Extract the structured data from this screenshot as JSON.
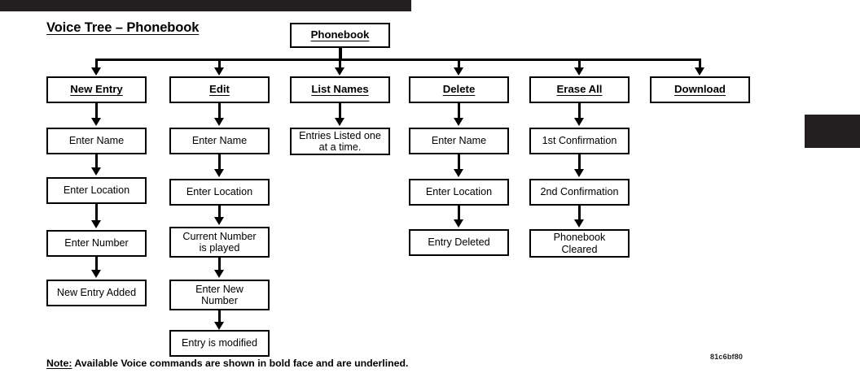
{
  "page": {
    "title": "Voice Tree – Phonebook",
    "note_label": "Note:",
    "note_text": " Available Voice commands are shown in bold face and are underlined.",
    "doc_code": "81c6bf80"
  },
  "diagram": {
    "root": {
      "label": "Phonebook",
      "is_command": true
    },
    "branches": [
      {
        "command": "New Entry",
        "steps": [
          "Enter Name",
          "Enter Location",
          "Enter Number",
          "New Entry Added"
        ]
      },
      {
        "command": "Edit",
        "steps": [
          "Enter Name",
          "Enter Location",
          "Current Number\nis played",
          "Enter New\nNumber",
          "Entry is modified"
        ]
      },
      {
        "command": "List Names",
        "steps": [
          "Entries Listed one\nat a time."
        ]
      },
      {
        "command": "Delete",
        "steps": [
          "Enter Name",
          "Enter Location",
          "Entry Deleted"
        ]
      },
      {
        "command": "Erase All",
        "steps": [
          "1st Confirmation",
          "2nd Confirmation",
          "Phonebook\nCleared"
        ]
      },
      {
        "command": "Download",
        "steps": []
      }
    ]
  },
  "colors": {
    "ink": "#000000",
    "bar": "#231f20",
    "paper": "#ffffff"
  }
}
